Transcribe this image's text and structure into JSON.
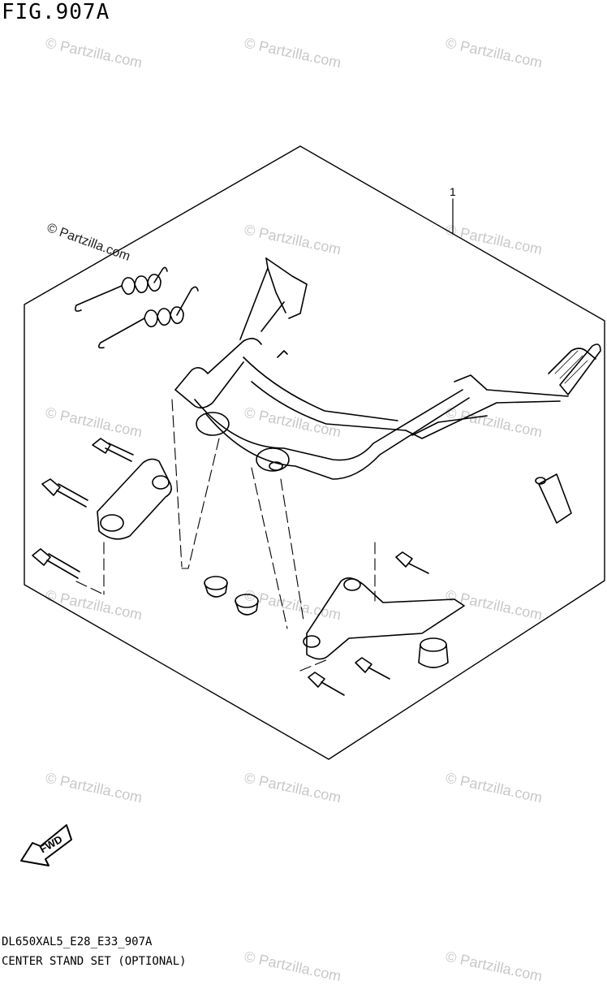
{
  "figure": {
    "title": "FIG.907A",
    "code": "DL650XAL5_E28_E33_907A",
    "caption": "CENTER STAND SET (OPTIONAL)",
    "callout_label": "1",
    "fwd_label": "FWD"
  },
  "watermark": {
    "text": "© Partzilla.com",
    "prominent_text": "© Partzilla.com"
  },
  "colors": {
    "line": "#000000",
    "watermark": "#c8c8c8"
  }
}
